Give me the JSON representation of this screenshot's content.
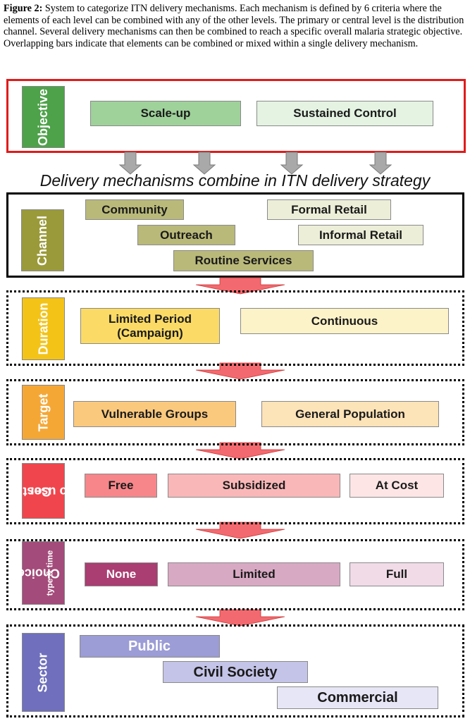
{
  "caption": {
    "figure_label": "Figure 2:",
    "text": "System to categorize ITN delivery mechanisms. Each mechanism is defined by 6 criteria where the elements of each level can be combined with any of the other levels. The primary or central level is the distribution channel.  Several delivery mechanisms can then be combined to reach a specific overall malaria strategic objective. Overlapping bars indicate that elements can be combined or mixed within a single delivery mechanism."
  },
  "middle_heading": "Delivery mechanisms combine in ITN delivery strategy",
  "levels": {
    "objective": {
      "label": "Objective",
      "items": [
        "Scale-up",
        "Sustained Control"
      ]
    },
    "channel": {
      "label": "Channel",
      "items": [
        "Community",
        "Formal Retail",
        "Outreach",
        "Informal Retail",
        "Routine Services"
      ]
    },
    "duration": {
      "label": "Duration",
      "items": [
        "Limited Period\n(Campaign)",
        "Continuous"
      ]
    },
    "target": {
      "label": "Target",
      "items": [
        "Vulnerable Groups",
        "General Population"
      ]
    },
    "cost": {
      "label_line1": "Cost",
      "label_line2": "to user",
      "items": [
        "Free",
        "Subsidized",
        "At Cost"
      ]
    },
    "choice": {
      "label_line1": "Choice",
      "label_line2": "type & time",
      "items": [
        "None",
        "Limited",
        "Full"
      ]
    },
    "sector": {
      "label": "Sector",
      "items": [
        "Public",
        "Civil Society",
        "Commercial"
      ]
    }
  },
  "colors": {
    "objective_label": "#4ea24a",
    "objective_bar1": "#9fd19b",
    "objective_bar2": "#e4f3e2",
    "channel_label": "#9a9a3a",
    "channel_dark": "#b9b97a",
    "channel_light": "#edeed8",
    "duration_label": "#f3c317",
    "duration_bar1": "#fbdb66",
    "duration_bar2": "#fdf3c8",
    "target_label": "#f5a736",
    "target_bar1": "#fbc97e",
    "target_bar2": "#fde3b8",
    "cost_label": "#f0454c",
    "cost_bar1": "#f6868a",
    "cost_bar2": "#fab7b8",
    "cost_bar3": "#fde5e5",
    "choice_label": "#a34b7a",
    "choice_bar1": "#aa3d72",
    "choice_bar2": "#d8a9c3",
    "choice_bar3": "#f0dbe7",
    "sector_label": "#6f6fbd",
    "sector_bar1": "#9c9cd6",
    "sector_bar2": "#c4c4e8",
    "sector_bar3": "#e6e6f6",
    "grey_arrow": "#a9a9a9",
    "red_arrow": "#f26a6f"
  }
}
